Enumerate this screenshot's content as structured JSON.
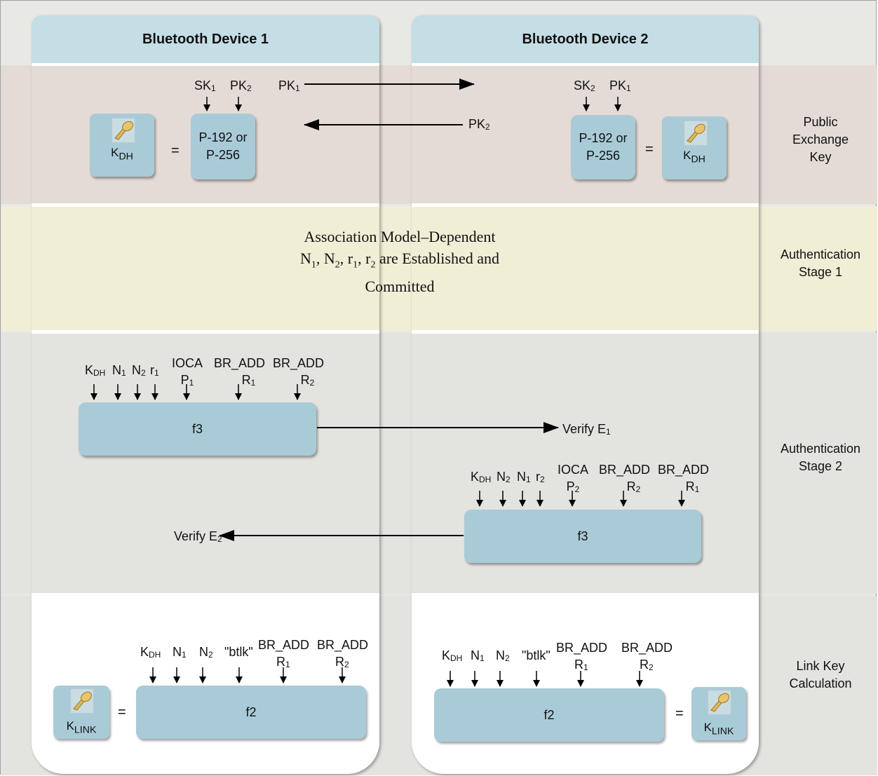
{
  "devices": {
    "device1_title": "Bluetooth Device 1",
    "device2_title": "Bluetooth Device 2"
  },
  "stages": {
    "public_exchange_key": "Public\nExchange\nKey",
    "auth_stage1": "Authentication\nStage 1",
    "auth_stage2": "Authentication\nStage 2",
    "link_key_calc": "Link Key\nCalculation"
  },
  "public_key": {
    "d1_inputs": [
      "SK1",
      "PK2"
    ],
    "d1_send": "PK1",
    "d2_send": "PK2",
    "d2_inputs": [
      "SK2",
      "PK1"
    ],
    "curve_box": "P-192 or\nP-256",
    "key_label": "KDH",
    "equals": "="
  },
  "auth1": {
    "line1": "Association Model–Dependent",
    "line2": "N1, N2, r1, r2 are Established and",
    "line3": "Committed"
  },
  "auth2": {
    "d1_inputs": [
      "KDH",
      "N1",
      "N2",
      "r1",
      "IOCA P1",
      "BR_ADD R1",
      "BR_ADD R2"
    ],
    "d2_inputs": [
      "KDH",
      "N2",
      "N1",
      "r2",
      "IOCA P2",
      "BR_ADD R2",
      "BR_ADD R1"
    ],
    "func": "f3",
    "verify_e1": "Verify E1",
    "verify_e2": "Verify E2"
  },
  "link_key": {
    "d1_inputs": [
      "KDH",
      "N1",
      "N2",
      "\"btlk\"",
      "BR_ADD R1",
      "BR_ADD R2"
    ],
    "d2_inputs": [
      "KDH",
      "N1",
      "N2",
      "\"btlk\"",
      "BR_ADD R1",
      "BR_ADD R2"
    ],
    "func": "f2",
    "key_label": "KLINK",
    "equals": "="
  },
  "colors": {
    "header_bg": "#c5dde5",
    "box_bg": "#a9cbd8",
    "pk_band": "#e4dbd6",
    "auth1_band": "#f1eed6",
    "auth2_band": "#e3e3e0"
  }
}
